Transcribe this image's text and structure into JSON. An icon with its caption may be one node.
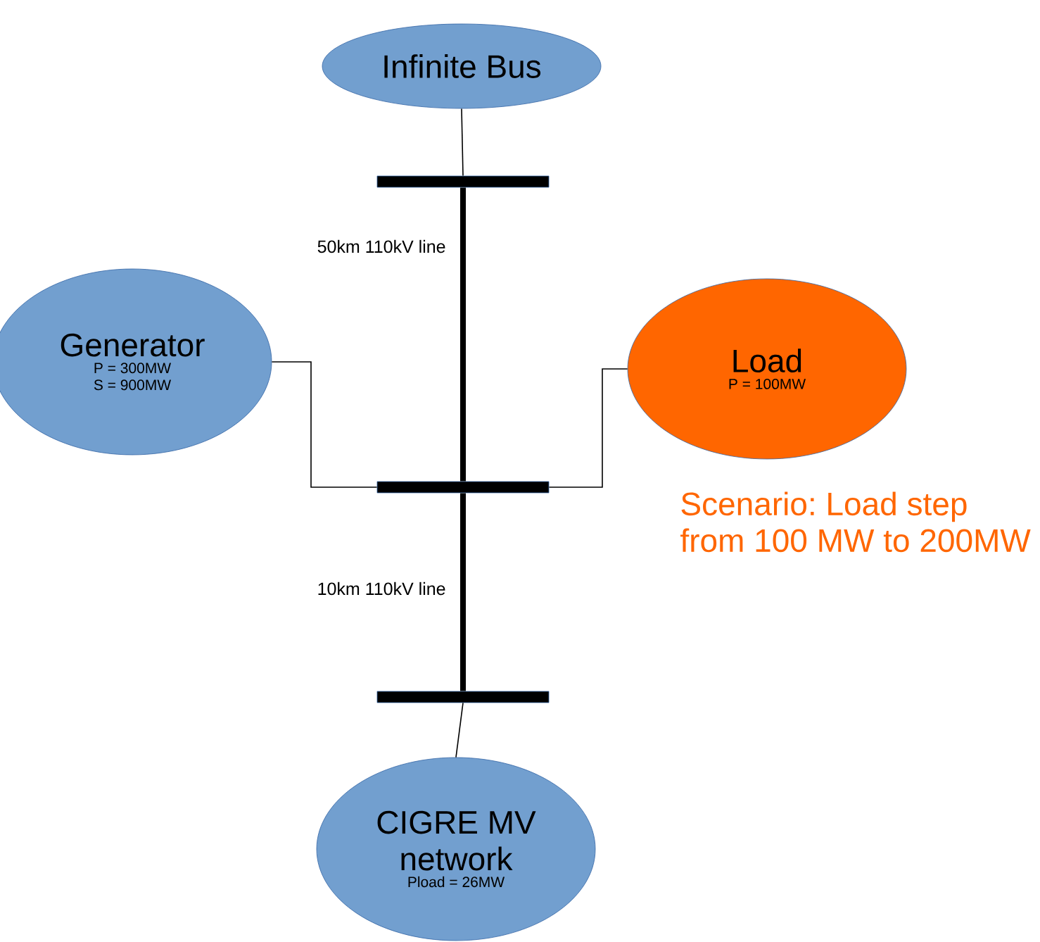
{
  "diagram": {
    "nodes": [
      {
        "text": [
          "Infinite Bus"
        ]
      },
      {
        "text": [],
        "shape": "bar"
      },
      {
        "text": [
          "Generator",
          "P = 300MW",
          "S = 900MW"
        ]
      },
      {
        "text": [
          "Load",
          "P = 100MW"
        ]
      },
      {
        "text": [],
        "shape": "bar"
      },
      {
        "text": [],
        "shape": "bar"
      },
      {
        "text": [
          "CIGRE MV network",
          "Pload = 26MW"
        ]
      }
    ],
    "edges": [
      {
        "from": 0,
        "to": 1,
        "arrow": "none"
      },
      {
        "from": 1,
        "to": 4,
        "arrow": "none",
        "style": "thick",
        "label": "50km 110kV line"
      },
      {
        "from": 2,
        "to": 4,
        "arrow": "none"
      },
      {
        "from": 3,
        "to": 4,
        "arrow": "none"
      },
      {
        "from": 4,
        "to": 5,
        "arrow": "none",
        "style": "thick",
        "label": "10km 110kV line"
      },
      {
        "from": 5,
        "to": 6,
        "arrow": "none"
      }
    ],
    "labels": [
      "Scenario: Load step from 100 MW to 200MW"
    ]
  }
}
